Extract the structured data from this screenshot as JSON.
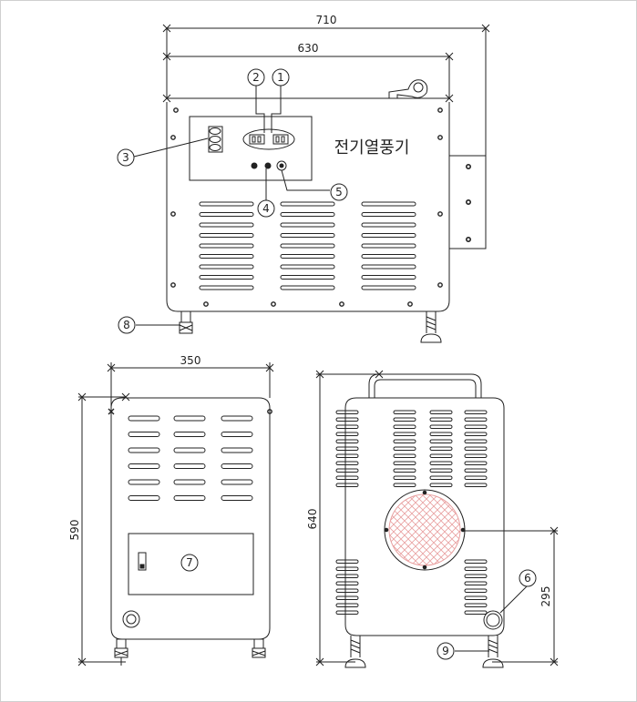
{
  "dimensions": {
    "width_total": "710",
    "width_body": "630",
    "depth": "350",
    "height_side": "590",
    "height_rear": "640",
    "outlet_height": "295"
  },
  "front_panel_label": "전기열풍기",
  "callouts": [
    "1",
    "2",
    "3",
    "4",
    "5",
    "6",
    "7",
    "8",
    "9"
  ],
  "colors": {
    "line": "#222222",
    "frame": "#cfcfcf",
    "grille": "#e8a0a0"
  }
}
